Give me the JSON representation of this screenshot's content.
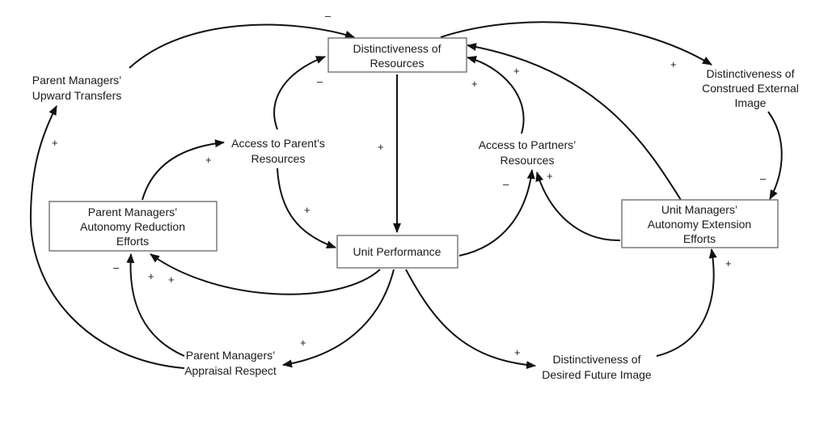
{
  "colors": {
    "line": "#111111",
    "box_border": "#7a7a7a",
    "text": "#1a1a1a",
    "background": "#ffffff"
  },
  "nodes": {
    "distinctiveness_resources": {
      "lines": [
        "Distinctiveness of",
        "Resources"
      ]
    },
    "unit_performance": {
      "lines": [
        "Unit Performance"
      ]
    },
    "parent_autonomy_reduction": {
      "lines": [
        "Parent Managers’",
        "Autonomy Reduction",
        "Efforts"
      ]
    },
    "unit_autonomy_extension": {
      "lines": [
        "Unit Managers’",
        "Autonomy Extension",
        "Efforts"
      ]
    },
    "parent_upward_transfers": {
      "lines": [
        "Parent Managers’",
        "Upward Transfers"
      ]
    },
    "access_parent_resources": {
      "lines": [
        "Access to Parent’s",
        "Resources"
      ]
    },
    "access_partner_resources": {
      "lines": [
        "Access to Partners’",
        "Resources"
      ]
    },
    "construed_external_image": {
      "lines": [
        "Distinctiveness of",
        "Construed External",
        "Image"
      ]
    },
    "parent_appraisal_respect": {
      "lines": [
        "Parent Managers’",
        "Appraisal Respect"
      ]
    },
    "desired_future_image": {
      "lines": [
        "Distinctiveness of",
        "Desired Future Image"
      ]
    }
  },
  "links": [
    {
      "id": "resources-to-performance",
      "sign": "+"
    },
    {
      "id": "upward-transfers-to-resources",
      "sign": "–"
    },
    {
      "id": "appraisal-to-upward-transfers",
      "sign": "+"
    },
    {
      "id": "access-parent-to-resources",
      "sign": "–"
    },
    {
      "id": "access-parent-to-performance",
      "sign": "+"
    },
    {
      "id": "reduction-to-access-parent",
      "sign": "+"
    },
    {
      "id": "performance-to-reduction",
      "sign": "+"
    },
    {
      "id": "appraisal-to-reduction",
      "sign": "–"
    },
    {
      "id": "appraisal-to-reduction-inner",
      "sign": "+"
    },
    {
      "id": "performance-to-appraisal",
      "sign": "+"
    },
    {
      "id": "access-partners-to-resources",
      "sign": "+"
    },
    {
      "id": "performance-to-access-partners",
      "sign": "–"
    },
    {
      "id": "extension-to-access-partners",
      "sign": "+"
    },
    {
      "id": "extension-to-resources",
      "sign": "+"
    },
    {
      "id": "resources-to-construed-image",
      "sign": "+"
    },
    {
      "id": "construed-image-to-extension",
      "sign": "–"
    },
    {
      "id": "performance-to-desired-image",
      "sign": "+"
    },
    {
      "id": "desired-image-to-extension",
      "sign": "+"
    }
  ]
}
